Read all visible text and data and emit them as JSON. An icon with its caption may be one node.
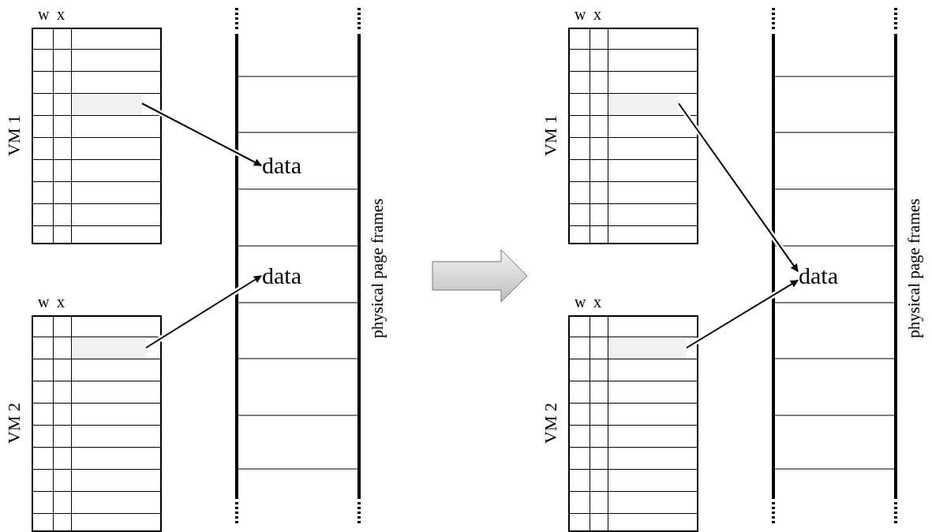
{
  "diagram": {
    "nodes": [
      {
        "text": [
          "VM 1"
        ]
      },
      {
        "text": [],
        "shape": "box",
        "in": 0
      },
      {
        "text": [
          "VM 2"
        ]
      },
      {
        "text": [],
        "shape": "box",
        "in": 2
      },
      {
        "text": [
          "physical page frames"
        ]
      },
      {
        "text": [
          "data"
        ],
        "in": 4
      },
      {
        "text": [
          "data"
        ],
        "in": 4
      },
      {
        "text": [
          "VM 1"
        ]
      },
      {
        "text": [],
        "shape": "box",
        "in": 7
      },
      {
        "text": [
          "VM 2"
        ]
      },
      {
        "text": [],
        "shape": "box",
        "in": 9
      },
      {
        "text": [
          "physical page frames"
        ]
      },
      {
        "text": [
          "data"
        ],
        "in": 11
      }
    ],
    "edges": [
      {
        "from": 1,
        "to": 5,
        "arrow": "to"
      },
      {
        "from": 3,
        "to": 6,
        "arrow": "to"
      },
      {
        "from": 8,
        "to": 12,
        "arrow": "to"
      },
      {
        "from": 10,
        "to": 12,
        "arrow": "to"
      }
    ],
    "labels": [
      "w",
      "x",
      "w",
      "x",
      "w",
      "x",
      "w",
      "x"
    ]
  }
}
